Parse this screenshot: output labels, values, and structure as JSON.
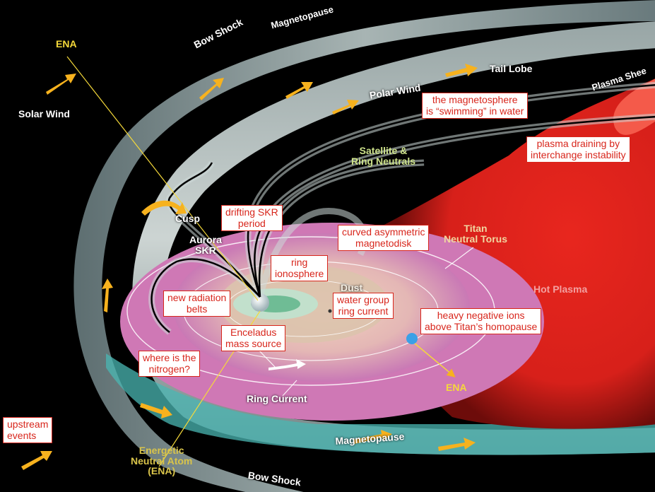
{
  "labels": {
    "solar_wind": "Solar Wind",
    "ena_top": "ENA",
    "bow_shock_top": "Bow Shock",
    "magnetopause_top": "Magnetopause",
    "tail_lobe": "Tail Lobe",
    "polar_wind": "Polar Wind",
    "plasma_sheet": "Plasma Shee",
    "satellite_ring_neutrals": [
      "Satellite &",
      "Ring Neutrals"
    ],
    "cusp": "Cusp",
    "aurora_skr": [
      "Aurora",
      "SKR"
    ],
    "titan_neutral_torus": [
      "Titan",
      "Neutral Torus"
    ],
    "dust": "Dust",
    "hot_plasma": "Hot Plasma",
    "ring_current": "Ring Current",
    "ena_bottom": "ENA",
    "magnetopause_bottom": "Magnetopause",
    "bow_shock_bottom": "Bow Shock",
    "energetic_neutral_atom": [
      "Energetic",
      "Neutral Atom",
      "(ENA)"
    ]
  },
  "annotations": {
    "swimming": [
      "the magnetosphere",
      "is “swimming” in water"
    ],
    "plasma_draining": [
      "plasma draining by",
      "interchange instability"
    ],
    "drifting_skr": [
      "drifting SKR",
      "period"
    ],
    "curved_disk": [
      "curved asymmetric",
      "magnetodisk"
    ],
    "ring_ionosphere": [
      "ring",
      "ionosphere"
    ],
    "radiation_belts": [
      "new radiation",
      "belts"
    ],
    "water_group": [
      "water group",
      "ring current"
    ],
    "heavy_negative_ions": [
      "heavy negative ions",
      "above Titan’s homopause"
    ],
    "enceladus": [
      "Enceladus",
      "mass source"
    ],
    "nitrogen": [
      "where is the",
      "nitrogen?"
    ],
    "upstream": [
      "upstream",
      "events"
    ]
  },
  "colors": {
    "background": "#000000",
    "annotation_border": "#d8261c",
    "annotation_text": "#d8261c",
    "plasma_red": "#e8261e",
    "ring_current_pink": "#d07ab6",
    "magnetopause_gray": "#8fa3a6",
    "arrow_yellow": "#f7b21e",
    "label_yellow": "#f5d93a",
    "label_green": "#cde28a"
  }
}
